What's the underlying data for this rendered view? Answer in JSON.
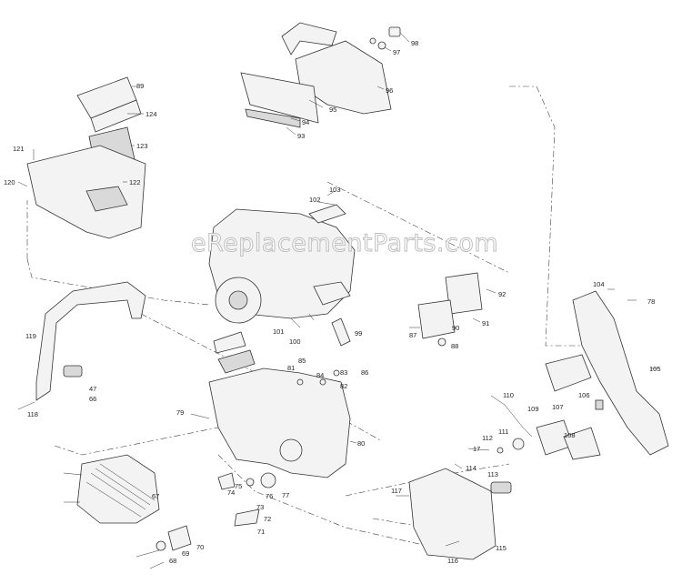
{
  "watermark": "eReplacementParts.com",
  "callouts": [
    "89",
    "124",
    "123",
    "121",
    "122",
    "120",
    "98",
    "97",
    "96",
    "95",
    "94",
    "93",
    "103",
    "102",
    "92",
    "91",
    "90",
    "87",
    "88",
    "104",
    "78",
    "105",
    "99",
    "100",
    "101",
    "85",
    "81",
    "83",
    "84",
    "86",
    "82",
    "79",
    "47",
    "66",
    "119",
    "118",
    "80",
    "110",
    "109",
    "107",
    "106",
    "108",
    "111",
    "112",
    "17",
    "114",
    "113",
    "67",
    "74",
    "73",
    "75",
    "76",
    "77",
    "72",
    "71",
    "70",
    "69",
    "68",
    "117",
    "115",
    "116"
  ],
  "colors": {
    "line": "#333333",
    "watermark": "#b9b9b9",
    "background": "#ffffff"
  }
}
